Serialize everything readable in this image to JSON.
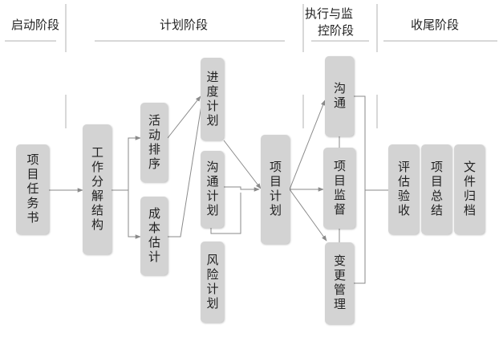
{
  "phases": {
    "initiation": "启动阶段",
    "planning": "计划阶段",
    "execution_line1": "执行与监",
    "execution_line2": "控阶段",
    "closing": "收尾阶段"
  },
  "nodes": {
    "charter": "项目任务书",
    "wbs": "工作分解结构",
    "activity_sequencing": "活动排序",
    "cost_estimating": "成本估计",
    "schedule_plan": "进度计划",
    "communication_plan": "沟通计划",
    "risk_plan": "风险计划",
    "project_plan": "项目计划",
    "communication": "沟通",
    "monitoring": "项目监督",
    "change_management": "变更管理",
    "evaluation": "评估验收",
    "project_summary": "项目总结",
    "document_archiving": "文件归档"
  },
  "colors": {
    "box_fill": "#d3d3d3",
    "connector": "#8a8a8a",
    "text": "#222222"
  }
}
